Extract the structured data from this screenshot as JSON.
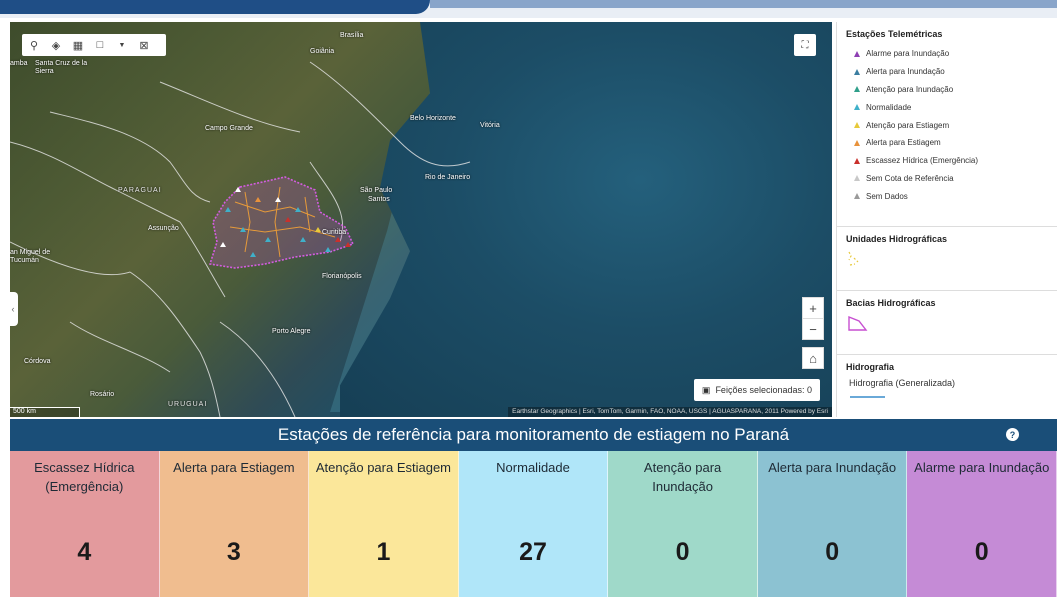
{
  "map": {
    "scale_label": "500 km",
    "attribution": "Earthstar Geographics | Esri, TomTom, Garmin, FAO, NOAA, USGS | AGUASPARANA, 2011   Powered by Esri",
    "selected_features": "Feições selecionadas: 0",
    "zoom_in": "+",
    "zoom_out": "−",
    "places": {
      "brasilia": "Brasília",
      "goiania": "Goiânia",
      "santa_cruz": "Santa Cruz de la Sierra",
      "bamba": "amba",
      "campo_grande": "Campo Grande",
      "belo_horizonte": "Belo Horizonte",
      "vitoria": "Vitória",
      "rio": "Rio de Janeiro",
      "sao_paulo": "São Paulo",
      "santos": "Santos",
      "paraguai": "PARAGUAI",
      "assuncao": "Assunção",
      "curitiba": "Curitiba",
      "san_miguel": "an Miguel de Tucumán",
      "florianopolis": "Florianópolis",
      "porto_alegre": "Porto Alegre",
      "cordova": "Córdova",
      "rosario": "Rosário",
      "uruguai": "URUGUAI"
    }
  },
  "legend": {
    "telemetric": {
      "title": "Estações Telemétricas",
      "items": [
        {
          "label": "Alarme para Inundação",
          "color": "#8e3fb3"
        },
        {
          "label": "Alerta para Inundação",
          "color": "#3a7ea1"
        },
        {
          "label": "Atenção para Inundação",
          "color": "#2f9f8a"
        },
        {
          "label": "Normalidade",
          "color": "#3fb0c9"
        },
        {
          "label": "Atenção para Estiagem",
          "color": "#e7c93a"
        },
        {
          "label": "Alerta para Estiagem",
          "color": "#e8923b"
        },
        {
          "label": "Escassez Hídrica (Emergência)",
          "color": "#c9302c"
        },
        {
          "label": "Sem Cota de Referência",
          "color": "#c8c8c8"
        },
        {
          "label": "Sem Dados",
          "color": "#9a9a9a"
        }
      ]
    },
    "units": {
      "title": "Unidades Hidrográficas"
    },
    "basins": {
      "title": "Bacias Hidrográficas"
    },
    "hydro": {
      "title": "Hidrografia",
      "item": "Hidrografia (Generalizada)"
    }
  },
  "dashboard": {
    "title": "Estações de referência para monitoramento de estiagem no Paraná",
    "help": "?",
    "cards": [
      {
        "label": "Escassez Hídrica (Emergência)",
        "value": "4",
        "color": "#e39a9d"
      },
      {
        "label": "Alerta para Estiagem",
        "value": "3",
        "color": "#f0bd8f"
      },
      {
        "label": "Atenção para Estiagem",
        "value": "1",
        "color": "#fbe79a"
      },
      {
        "label": "Normalidade",
        "value": "27",
        "color": "#b0e6f9"
      },
      {
        "label": "Atenção para Inundação",
        "value": "0",
        "color": "#9fd9c9"
      },
      {
        "label": "Alerta para Inundação",
        "value": "0",
        "color": "#8cc2d2"
      },
      {
        "label": "Alarme para Inundação",
        "value": "0",
        "color": "#c58bd6"
      }
    ]
  }
}
